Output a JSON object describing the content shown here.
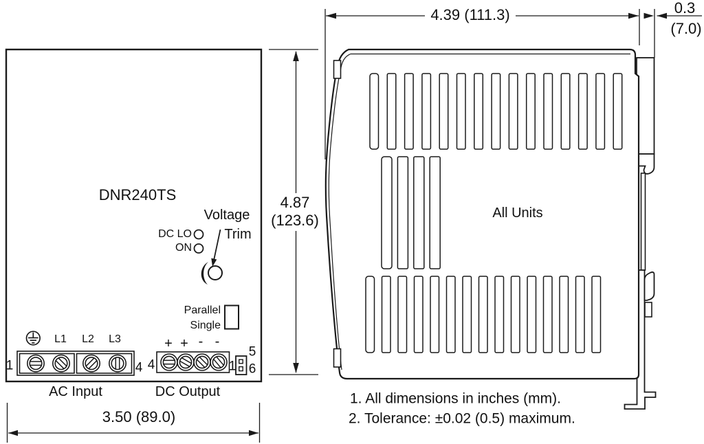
{
  "front_view": {
    "model": "DNR240TS",
    "indicators": {
      "dc_lo": "DC LO",
      "on": "ON"
    },
    "voltage_trim": {
      "line1": "Voltage",
      "line2": "Trim"
    },
    "mode_switch": {
      "top": "Parallel",
      "bottom": "Single"
    },
    "ac_input": {
      "label": "AC Input",
      "phase_labels": [
        "L1",
        "L2",
        "L3"
      ],
      "terminal_left": "1",
      "terminal_right": "4"
    },
    "dc_output": {
      "label": "DC Output",
      "polarity": [
        "+",
        "+",
        "-",
        "-"
      ],
      "terminal_left": "4",
      "terminal_right": "1",
      "pin_top": "5",
      "pin_bottom": "6"
    },
    "width_dimension": "3.50 (89.0)",
    "height_dimension": {
      "inches": "4.87",
      "mm": "(123.6)"
    }
  },
  "side_view": {
    "label": "All Units",
    "depth_dimension": "4.39 (111.3)",
    "rail_dimension": {
      "inches": "0.3",
      "mm": "(7.0)"
    }
  },
  "notes": {
    "note1": "1. All dimensions in inches (mm).",
    "note2": "2. Tolerance: ±0.02 (0.5) maximum."
  },
  "colors": {
    "line": "#1a1a1a",
    "background": "#ffffff"
  }
}
